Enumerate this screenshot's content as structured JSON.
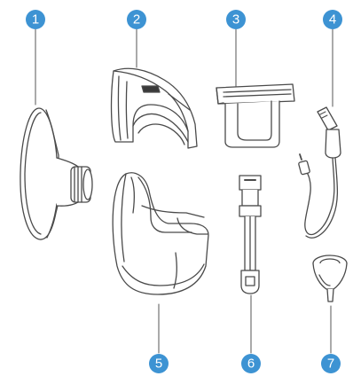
{
  "colors": {
    "badge": "#3d93d3",
    "line": "#4a4a4a",
    "part_fill": "#ffffff",
    "dark": "#3a3a3a"
  },
  "parts": [
    {
      "number": "1",
      "icon": "flange-icon"
    },
    {
      "number": "2",
      "icon": "pump-body-icon"
    },
    {
      "number": "3",
      "icon": "cap-icon"
    },
    {
      "number": "4",
      "icon": "usb-cable-icon"
    },
    {
      "number": "5",
      "icon": "milk-container-icon"
    },
    {
      "number": "6",
      "icon": "strap-icon"
    },
    {
      "number": "7",
      "icon": "valve-icon"
    }
  ]
}
